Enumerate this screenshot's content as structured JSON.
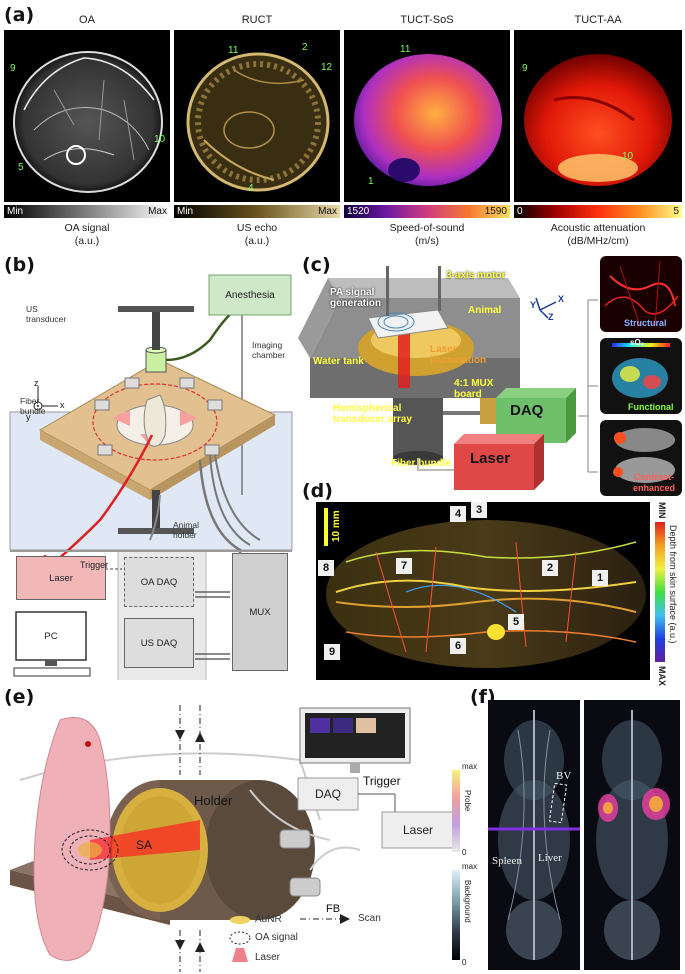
{
  "panel_a": {
    "label": "(a)",
    "images": [
      {
        "title": "OA",
        "numbers": [
          "9",
          "5",
          "10"
        ],
        "cmin": "Min",
        "cmax": "Max",
        "caption1": "OA signal",
        "caption2": "(a.u.)"
      },
      {
        "title": "RUCT",
        "numbers": [
          "11",
          "2",
          "12",
          "4"
        ],
        "cmin": "Min",
        "cmax": "Max",
        "caption1": "US echo",
        "caption2": "(a.u.)"
      },
      {
        "title": "TUCT-SoS",
        "numbers": [
          "11",
          "1"
        ],
        "cmin": "1520",
        "cmax": "1590",
        "caption1": "Speed-of-sound",
        "caption2": "(m/s)"
      },
      {
        "title": "TUCT-AA",
        "numbers": [
          "9",
          "10"
        ],
        "cmin": "0",
        "cmax": "5",
        "caption1": "Acoustic attenuation",
        "caption2": "(dB/MHz/cm)"
      }
    ]
  },
  "panel_b": {
    "label": "(b)",
    "anesthesia": "Anesthesia",
    "us_transducer": "US transducer",
    "imaging_chamber": "Imaging chamber",
    "fiber_bundle": "Fiber bundle",
    "animal_holder": "Animal holder",
    "axis_z": "z",
    "axis_x": "x",
    "axis_y": "y",
    "laser": "Laser",
    "trigger": "Trigger",
    "oa_daq": "OA DAQ",
    "us_daq": "US DAQ",
    "mux": "MUX",
    "pc": "PC"
  },
  "panel_c": {
    "label": "(c)",
    "motor": "3-axis motor",
    "pa_signal": "PA signal generation",
    "animal": "Animal",
    "water_tank": "Water tank",
    "laser_illumination": "Laser illumination",
    "mux_board": "4:1 MUX board",
    "transducer_array": "Hemispherical transducer array",
    "daq": "DAQ",
    "laser": "Laser",
    "fiber_bundle": "Fiber bundle",
    "axis_x": "X",
    "axis_y": "Y",
    "axis_z": "Z",
    "structural": "Structural",
    "functional": "Functional",
    "so2": "sO₂",
    "contrast": "Contrast-enhanced"
  },
  "panel_d": {
    "label": "(d)",
    "scale": "10 mm",
    "markers": [
      "1",
      "2",
      "3",
      "4",
      "5",
      "6",
      "7",
      "8",
      "9"
    ],
    "cbar_min": "MIN",
    "cbar_label": "Depth from skin surface (a.u.)",
    "cbar_max": "MAX"
  },
  "panel_e": {
    "label": "(e)",
    "holder": "Holder",
    "sa": "SA",
    "fb": "FB",
    "daq": "DAQ",
    "trigger": "Trigger",
    "laser": "Laser",
    "legend_aunr": "AuNR",
    "legend_oa": "OA signal",
    "legend_laser": "Laser",
    "legend_scan": "Scan"
  },
  "panel_f": {
    "label": "(f)",
    "bv": "BV",
    "spleen": "Spleen",
    "liver": "Liver",
    "probe_max": "max",
    "probe_label": "Probe",
    "probe_min": "0",
    "bg_max": "max",
    "bg_label": "Background",
    "bg_min": "0"
  },
  "colors": {
    "oa_gray": "#d0d0d0",
    "ruct_gold": "#c8a85a",
    "sos_magenta": "#c040d0",
    "aa_red": "#ff2a10",
    "anesthesia_green": "#cfe8c8",
    "laser_pink": "#f2b8b8",
    "daq_green": "#6ec06a",
    "laser_red": "#e04848"
  }
}
